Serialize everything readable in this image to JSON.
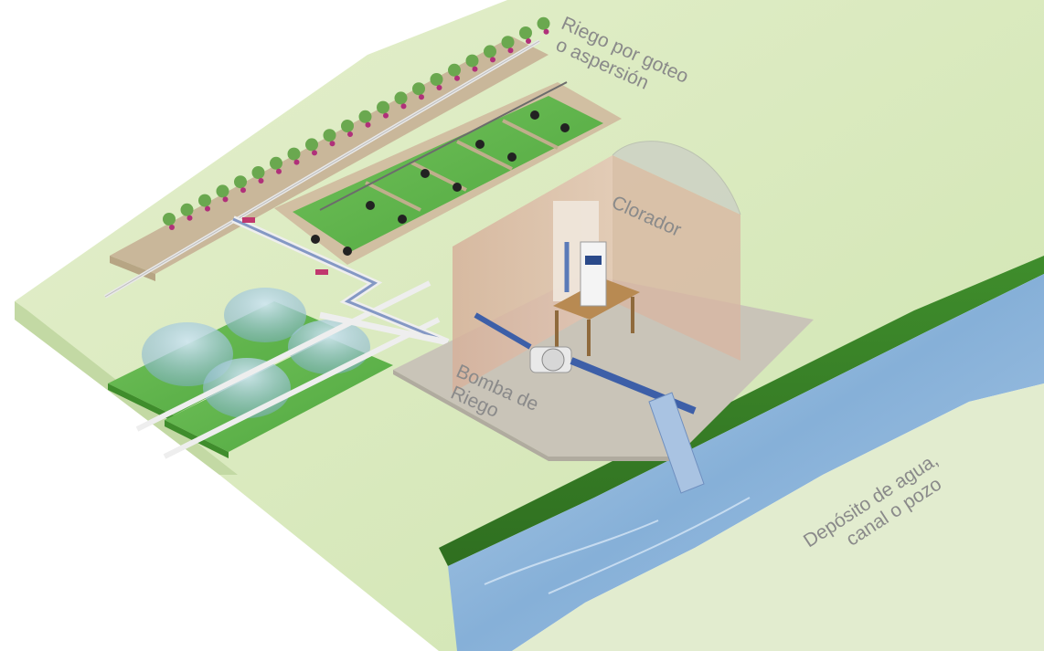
{
  "labels": {
    "drip_line1": "Riego por goteo",
    "drip_line2": "o aspersión",
    "chlorinator": "Clorador",
    "pump_line1": "Bomba de",
    "pump_line2": "Riego",
    "source_line1": "Depósito de agua,",
    "source_line2": "canal o pozo"
  },
  "colors": {
    "ground": "#d3e6b5",
    "field": "#5fb44d",
    "water": "#8fb8dc",
    "wall": "#d9b8a4",
    "pipe": "#3d5fa8",
    "pipe_accent": "#c0376e",
    "label": "#8a8a8a"
  }
}
